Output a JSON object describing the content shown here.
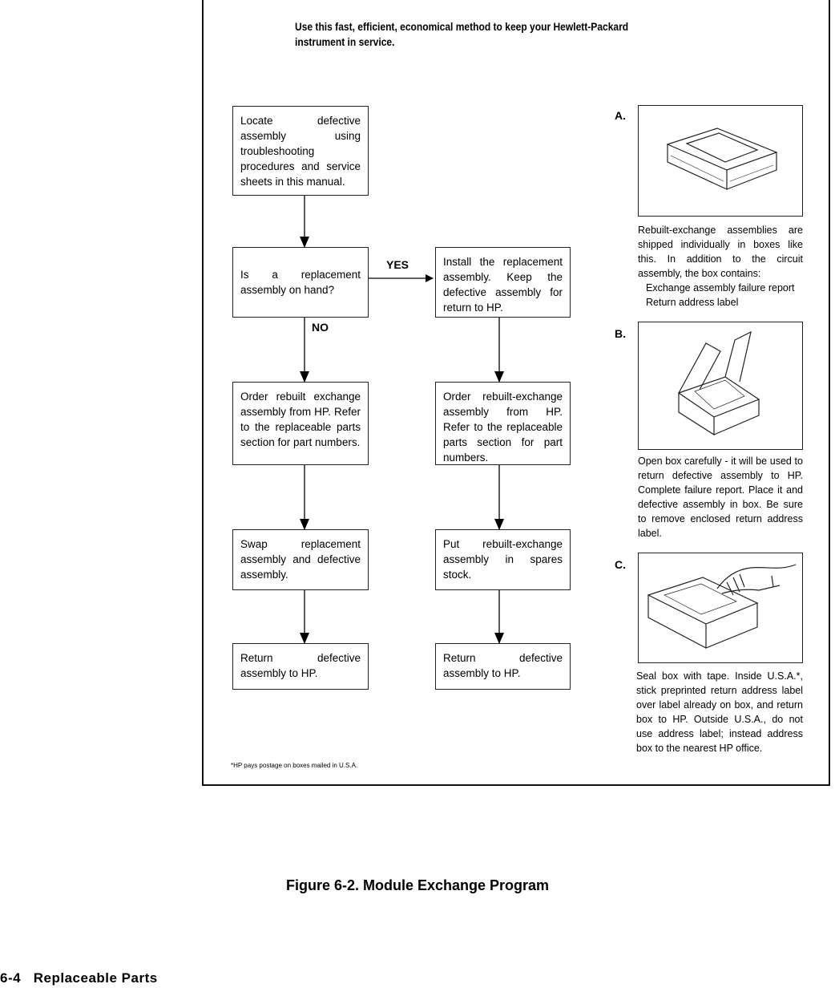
{
  "intro": "Use this fast, efficient, economical method to keep your Hewlett-Packard instrument in service.",
  "flow": {
    "locate": "Locate defective assembly using troubleshooting procedures and service sheets in this manual.",
    "question": "Is a replacement assembly on hand?",
    "yes_label": "YES",
    "no_label": "NO",
    "install": "Install the replacement assembly. Keep the defective assembly for return to HP.",
    "order_left": "Order rebuilt exchange assembly from HP. Refer to the replaceable parts section for part numbers.",
    "order_right": "Order rebuilt-exchange assembly from HP. Refer to the replaceable parts section for part numbers.",
    "swap": "Swap replacement assembly and defective assembly.",
    "put": "Put rebuilt-exchange assembly in spares stock.",
    "return_left": "Return defective assembly to HP.",
    "return_right": "Return defective assembly to HP."
  },
  "panels": {
    "a_label": "A.",
    "a_text": "Rebuilt-exchange assemblies are shipped individually in boxes like this. In addition to the circuit assembly, the box contains:",
    "a_item1": "Exchange assembly failure report",
    "a_item2": "Return address label",
    "b_label": "B.",
    "b_text": "Open box carefully - it will be used to return defective assembly to HP. Complete failure report. Place it and defective assembly in box. Be sure to remove enclosed return address label.",
    "c_label": "C.",
    "c_text": "Seal box with tape. Inside U.S.A.*, stick preprinted return address label over label already on box, and return box to HP. Outside U.S.A., do not use address label; instead address box to the nearest HP office."
  },
  "footnote": "*HP pays postage on boxes mailed in U.S.A.",
  "caption": "Figure 6-2. Module Exchange Program",
  "page_footer": "6-4   Replaceable Parts"
}
